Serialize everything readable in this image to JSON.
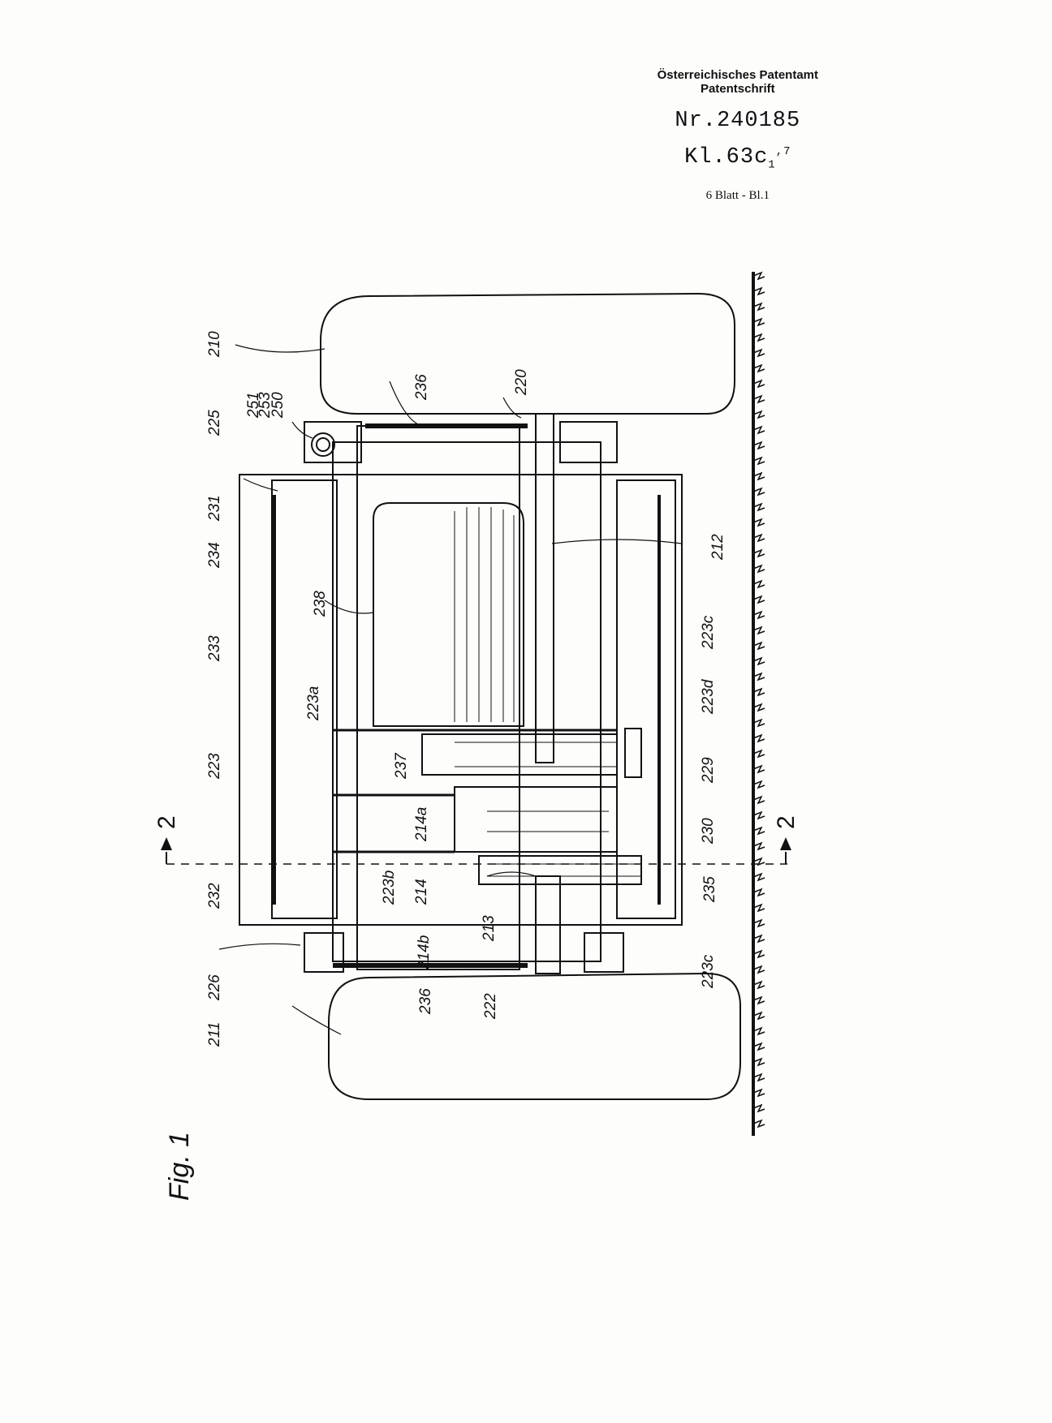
{
  "header": {
    "office": "Österreichisches Patentamt",
    "doc_type": "Patentschrift",
    "number": "Nr.240185",
    "class_prefix": "Kl.63c",
    "class_sub": "1",
    "class_suffix": ",7",
    "sheet": "6 Blatt - Bl.1"
  },
  "figure": {
    "title": "Fig. 1",
    "section_mark": "2",
    "labels": [
      "210",
      "251",
      "253",
      "250",
      "225",
      "236",
      "220",
      "231",
      "234",
      "212",
      "238",
      "233",
      "223a",
      "223c",
      "223d",
      "223",
      "237",
      "229",
      "214a",
      "230",
      "223b",
      "214",
      "214b",
      "232",
      "235",
      "213",
      "226",
      "223c",
      "236",
      "222",
      "211"
    ]
  }
}
